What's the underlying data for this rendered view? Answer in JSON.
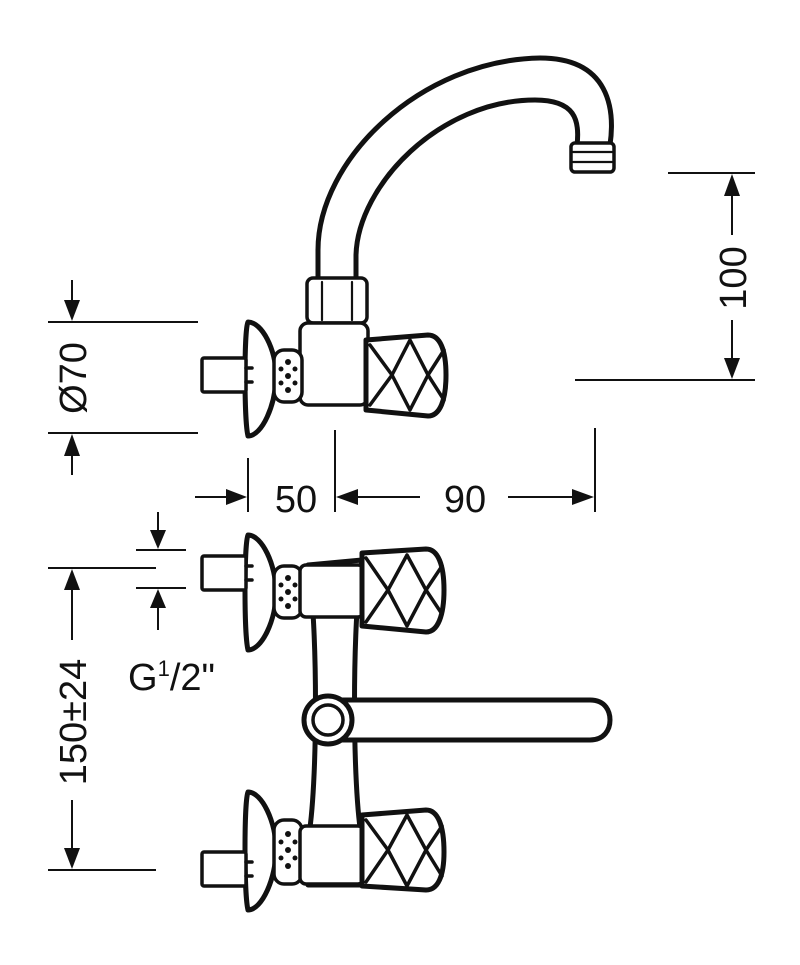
{
  "dimensions": {
    "diameter": "Ø70",
    "wall_offset": "50",
    "spout_offset": "90",
    "spout_height": "100",
    "centre_distance": "150±24",
    "thread": {
      "base": "G",
      "sup": "1",
      "rest": "/2\""
    }
  },
  "colors": {
    "line": "#111111",
    "background": "#ffffff"
  },
  "icons": [
    "valve-handle-icon",
    "spout-icon",
    "wall-connector-icon"
  ]
}
